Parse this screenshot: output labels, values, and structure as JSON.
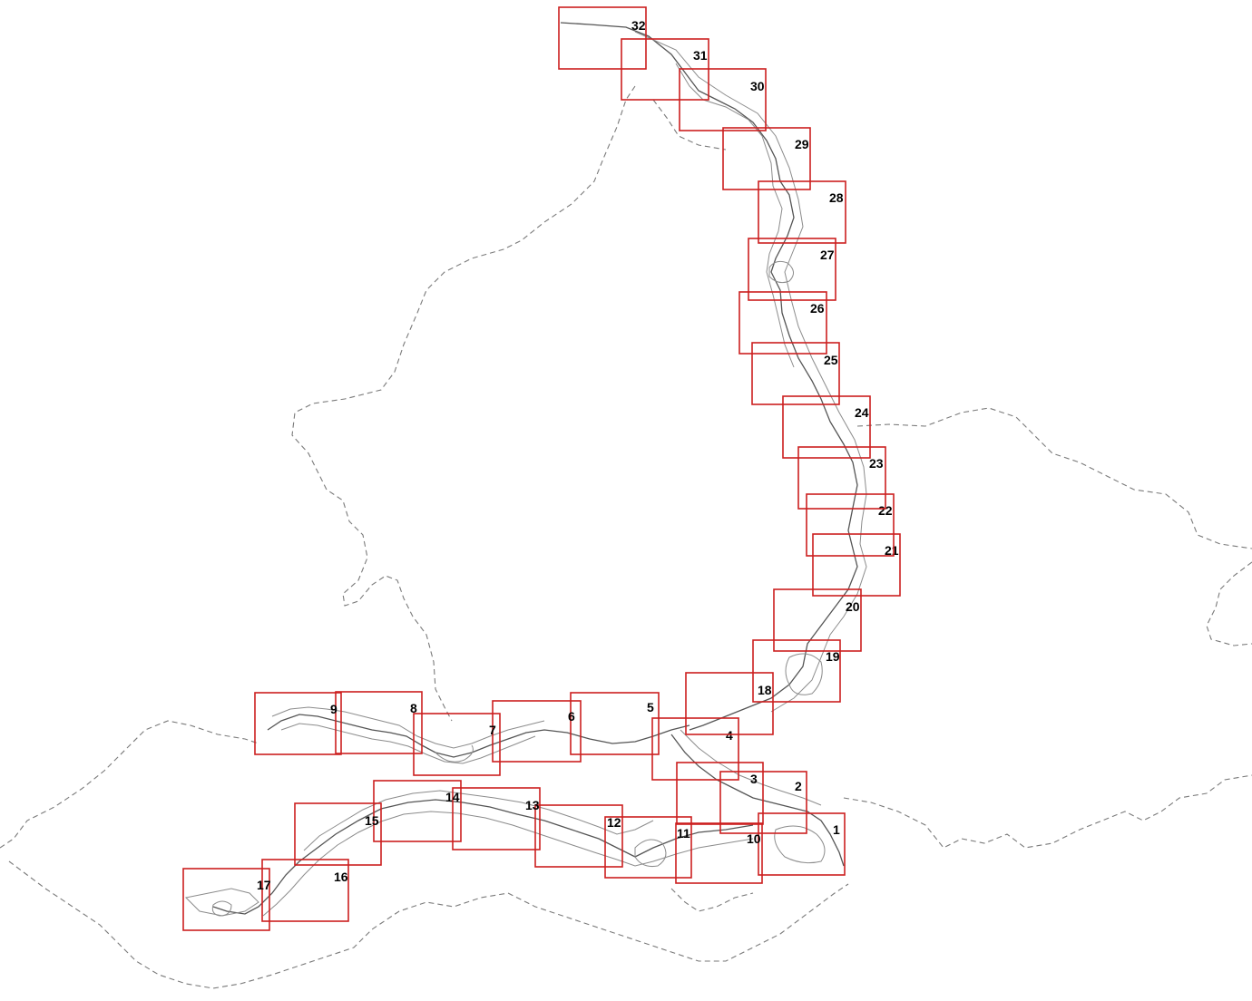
{
  "colors": {
    "tile_border": "#cc1f1f",
    "boundary": "#7a7a7a",
    "river": "#8c8c8c",
    "label": "#000000",
    "background": "#ffffff"
  },
  "tiles": [
    {
      "id": "1",
      "label": "1"
    },
    {
      "id": "2",
      "label": "2"
    },
    {
      "id": "3",
      "label": "3"
    },
    {
      "id": "4",
      "label": "4"
    },
    {
      "id": "5",
      "label": "5"
    },
    {
      "id": "6",
      "label": "6"
    },
    {
      "id": "7",
      "label": "7"
    },
    {
      "id": "8",
      "label": "8"
    },
    {
      "id": "9",
      "label": "9"
    },
    {
      "id": "10",
      "label": "10"
    },
    {
      "id": "11",
      "label": "11"
    },
    {
      "id": "12",
      "label": "12"
    },
    {
      "id": "13",
      "label": "13"
    },
    {
      "id": "14",
      "label": "14"
    },
    {
      "id": "15",
      "label": "15"
    },
    {
      "id": "16",
      "label": "16"
    },
    {
      "id": "17",
      "label": "17"
    },
    {
      "id": "18",
      "label": "18"
    },
    {
      "id": "19",
      "label": "19"
    },
    {
      "id": "20",
      "label": "20"
    },
    {
      "id": "21",
      "label": "21"
    },
    {
      "id": "22",
      "label": "22"
    },
    {
      "id": "23",
      "label": "23"
    },
    {
      "id": "24",
      "label": "24"
    },
    {
      "id": "25",
      "label": "25"
    },
    {
      "id": "26",
      "label": "26"
    },
    {
      "id": "27",
      "label": "27"
    },
    {
      "id": "28",
      "label": "28"
    },
    {
      "id": "29",
      "label": "29"
    },
    {
      "id": "30",
      "label": "30"
    },
    {
      "id": "31",
      "label": "31"
    },
    {
      "id": "32",
      "label": "32"
    }
  ]
}
